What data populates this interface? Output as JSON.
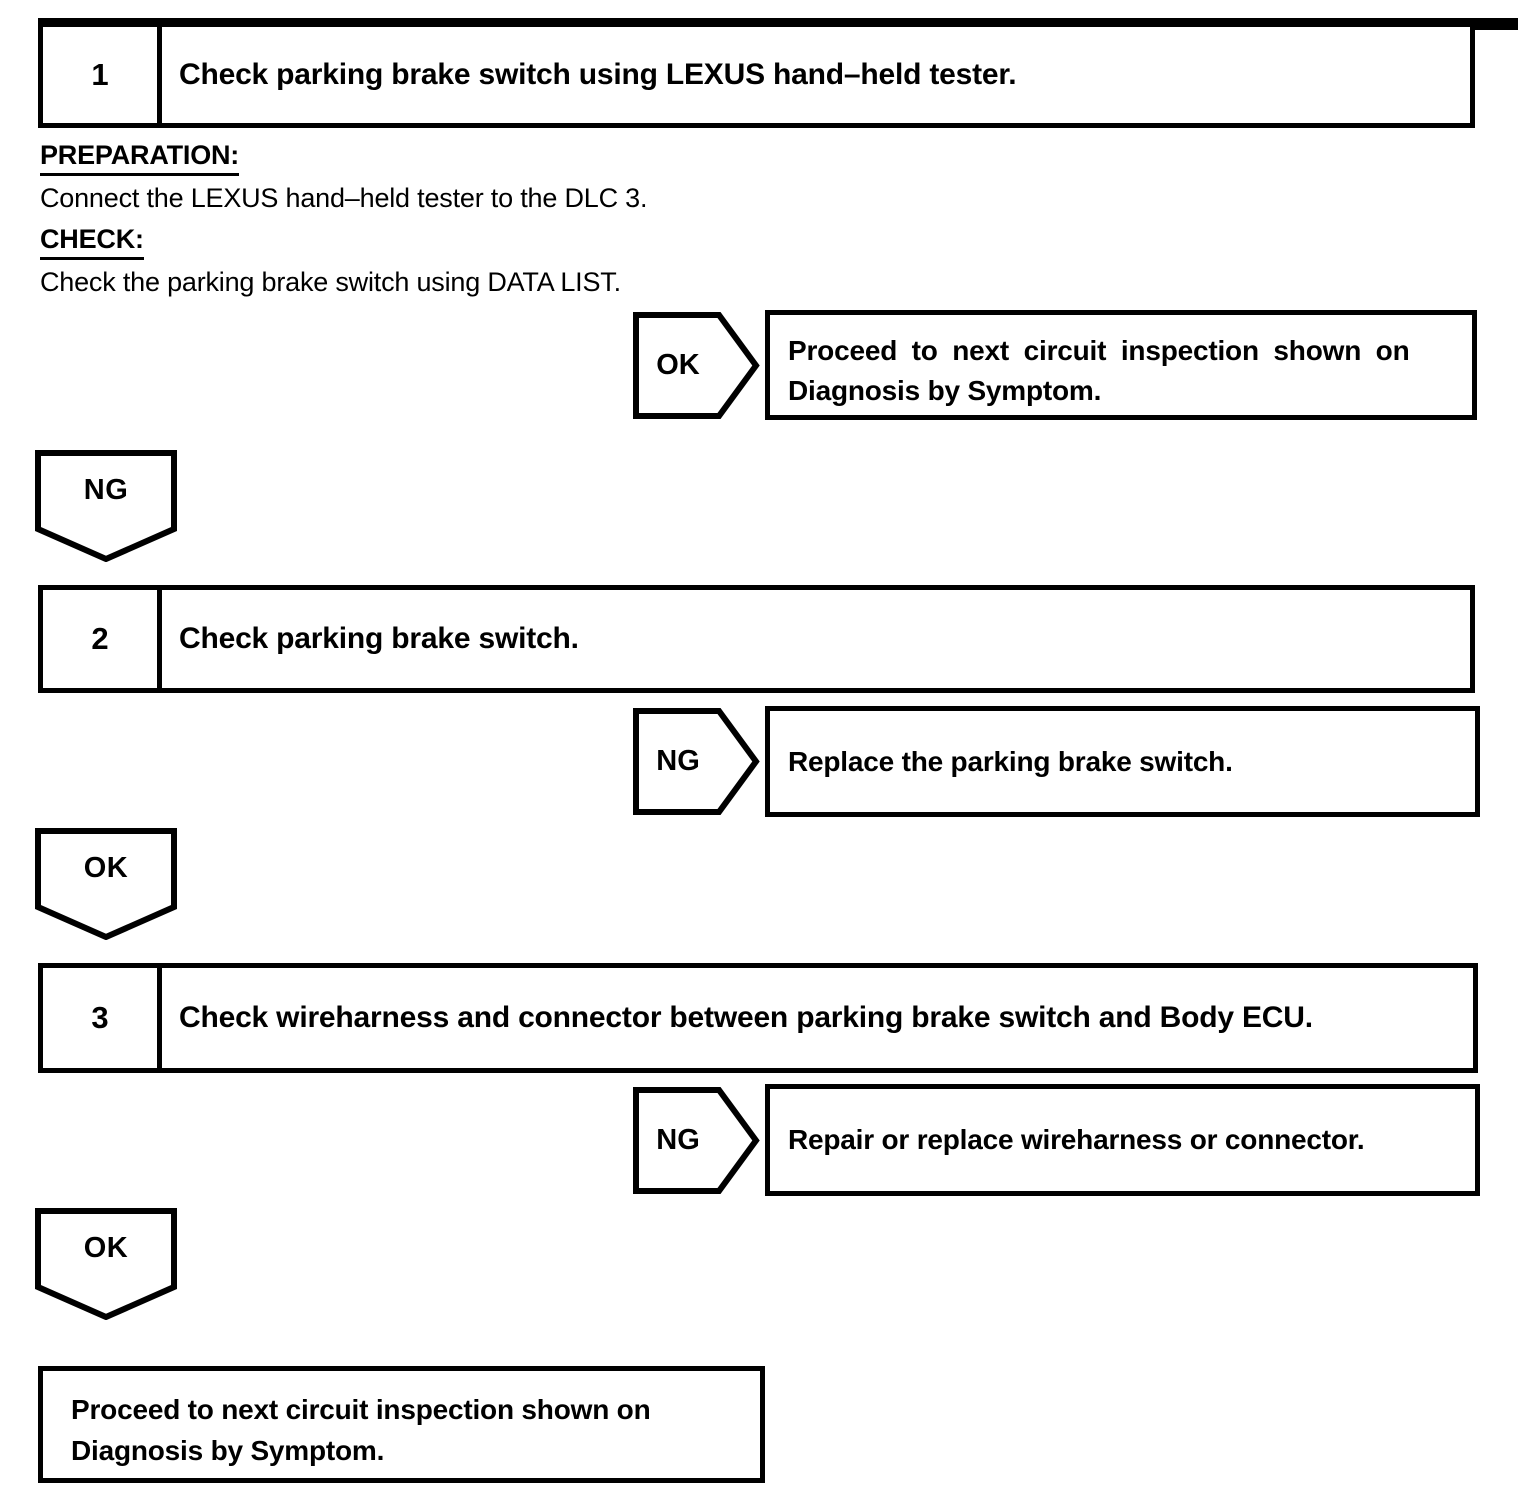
{
  "colors": {
    "ink": "#000000",
    "paper": "#ffffff"
  },
  "steps": [
    {
      "number": "1",
      "title": "Check parking brake switch using LEXUS hand–held tester."
    },
    {
      "number": "2",
      "title": "Check parking brake switch."
    },
    {
      "number": "3",
      "title": "Check wireharness and connector between parking brake switch and Body ECU."
    }
  ],
  "details": {
    "preparation_label": "PREPARATION:",
    "preparation_text": "Connect the LEXUS hand–held tester to the DLC 3.",
    "check_label": "CHECK:",
    "check_text": "Check the parking brake switch using DATA LIST."
  },
  "branches": [
    {
      "label": "OK",
      "line1": "Proceed to next circuit inspection shown on",
      "line2": "Diagnosis by Symptom."
    },
    {
      "label": "NG",
      "line1": "Replace the parking brake switch."
    },
    {
      "label": "NG",
      "line1": "Repair or replace wireharness or connector."
    }
  ],
  "down_connectors": [
    {
      "label": "NG"
    },
    {
      "label": "OK"
    },
    {
      "label": "OK"
    }
  ],
  "terminal": {
    "line1": "Proceed to next circuit inspection shown on",
    "line2": "Diagnosis by Symptom."
  }
}
